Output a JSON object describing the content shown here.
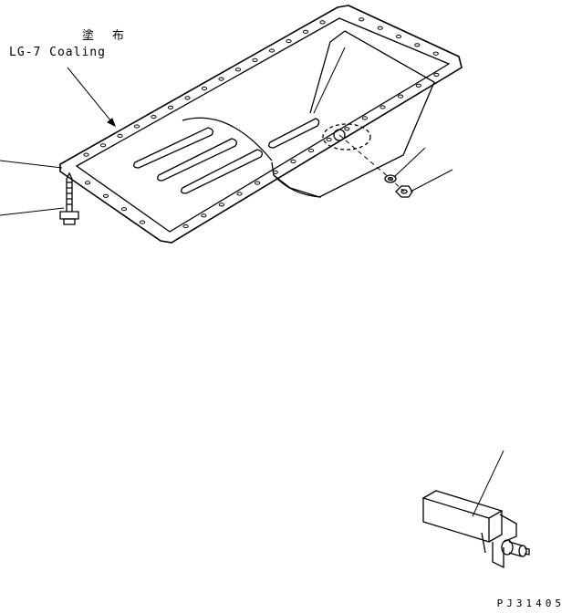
{
  "sealant_note": {
    "japanese": "塗 布",
    "english": "LG-7 Coaling"
  },
  "drawing_code": "PJ31405"
}
